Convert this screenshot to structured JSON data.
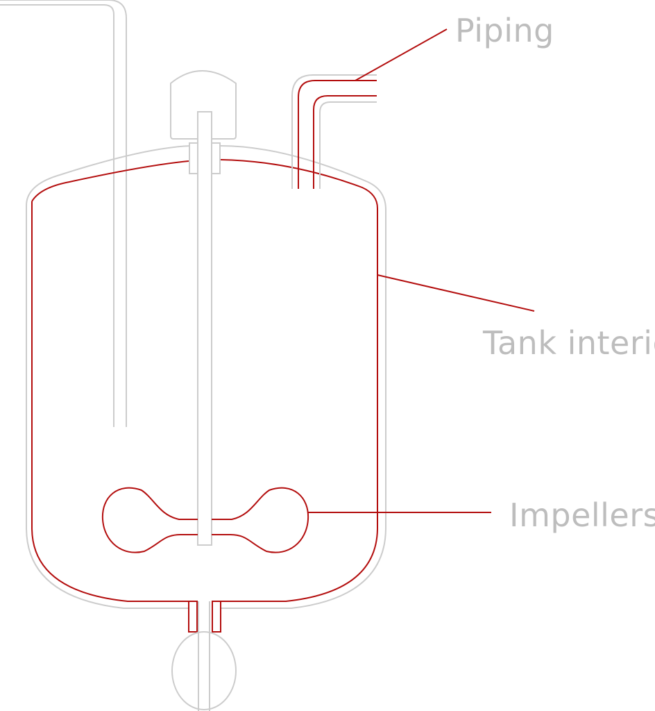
{
  "diagram": {
    "labels": {
      "piping": "Piping",
      "tank_interior": "Tank interior",
      "impellers": "Impellers"
    },
    "colors": {
      "outline": "#cccccc",
      "highlight": "#b30d0d",
      "label_text": "#bdbdbd",
      "background": "#ffffff"
    }
  }
}
